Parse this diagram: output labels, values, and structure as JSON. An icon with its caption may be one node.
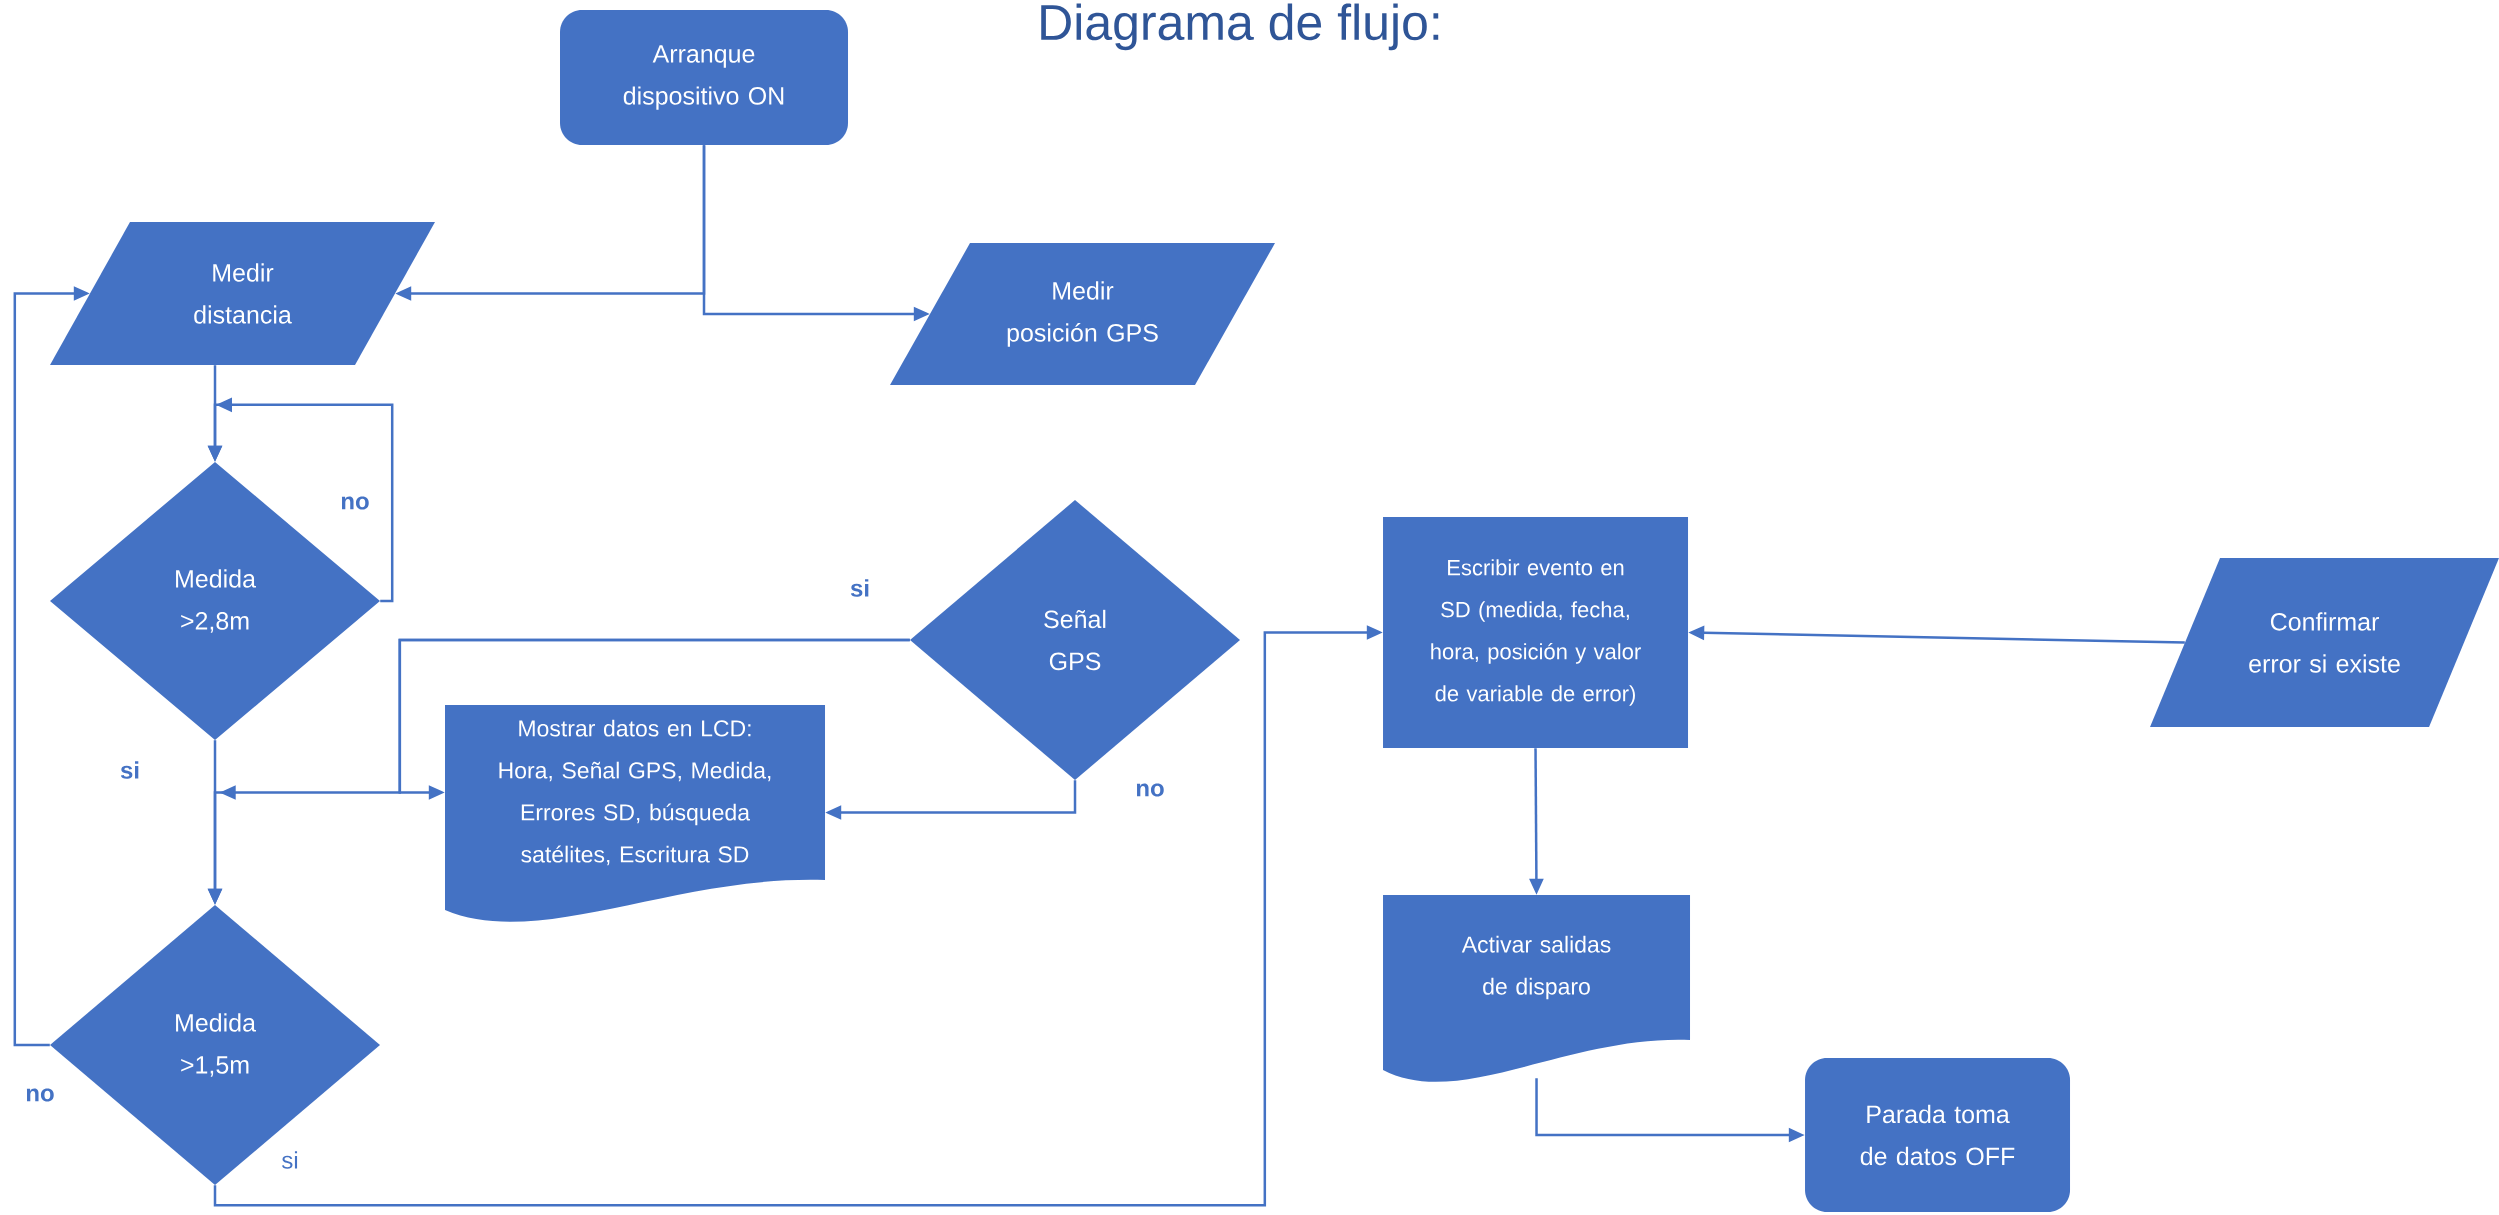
{
  "diagram": {
    "title": "Diagrama de flujo:",
    "nodes": [
      {
        "text": [
          "Arranque dispositivo ON"
        ]
      },
      {
        "text": [
          "Medir distancia"
        ]
      },
      {
        "text": [
          "Medir posición GPS"
        ]
      },
      {
        "text": [
          "Medida >2,8m"
        ]
      },
      {
        "text": [
          "Señal GPS"
        ]
      },
      {
        "text": [
          "Mostrar datos en LCD: Hora, Señal GPS, Medida, Errores SD, búsqueda satélites, Escritura SD"
        ]
      },
      {
        "text": [
          "Medida >1,5m"
        ]
      },
      {
        "text": [
          "Escribir evento en SD (medida, fecha, hora, posición y valor de variable de error)"
        ]
      },
      {
        "text": [
          "Confirmar error si existe"
        ]
      },
      {
        "text": [
          "Activar salidas de disparo"
        ]
      },
      {
        "text": [
          "Parada toma de datos OFF"
        ]
      }
    ],
    "edges": [
      {
        "from": 0,
        "to": 1,
        "arrow": "to"
      },
      {
        "from": 0,
        "to": 2,
        "arrow": "to"
      },
      {
        "from": 1,
        "to": 3,
        "arrow": "to"
      },
      {
        "from": 3,
        "to": 3,
        "arrow": "to",
        "label": "no"
      },
      {
        "from": 3,
        "to": 6,
        "arrow": "to",
        "label": "si"
      },
      {
        "from": 4,
        "to": 5,
        "arrow": "to",
        "label": "no"
      },
      {
        "from": 4,
        "to": 6,
        "arrow": "to",
        "label": "si"
      },
      {
        "from": 4,
        "to": 5,
        "arrow": "to"
      },
      {
        "from": 6,
        "to": 1,
        "arrow": "to",
        "label": "no"
      },
      {
        "from": 6,
        "to": 7,
        "arrow": "to",
        "label": "si"
      },
      {
        "from": 8,
        "to": 7,
        "arrow": "to"
      },
      {
        "from": 7,
        "to": 9,
        "arrow": "to"
      },
      {
        "from": 9,
        "to": 10,
        "arrow": "to"
      }
    ]
  }
}
